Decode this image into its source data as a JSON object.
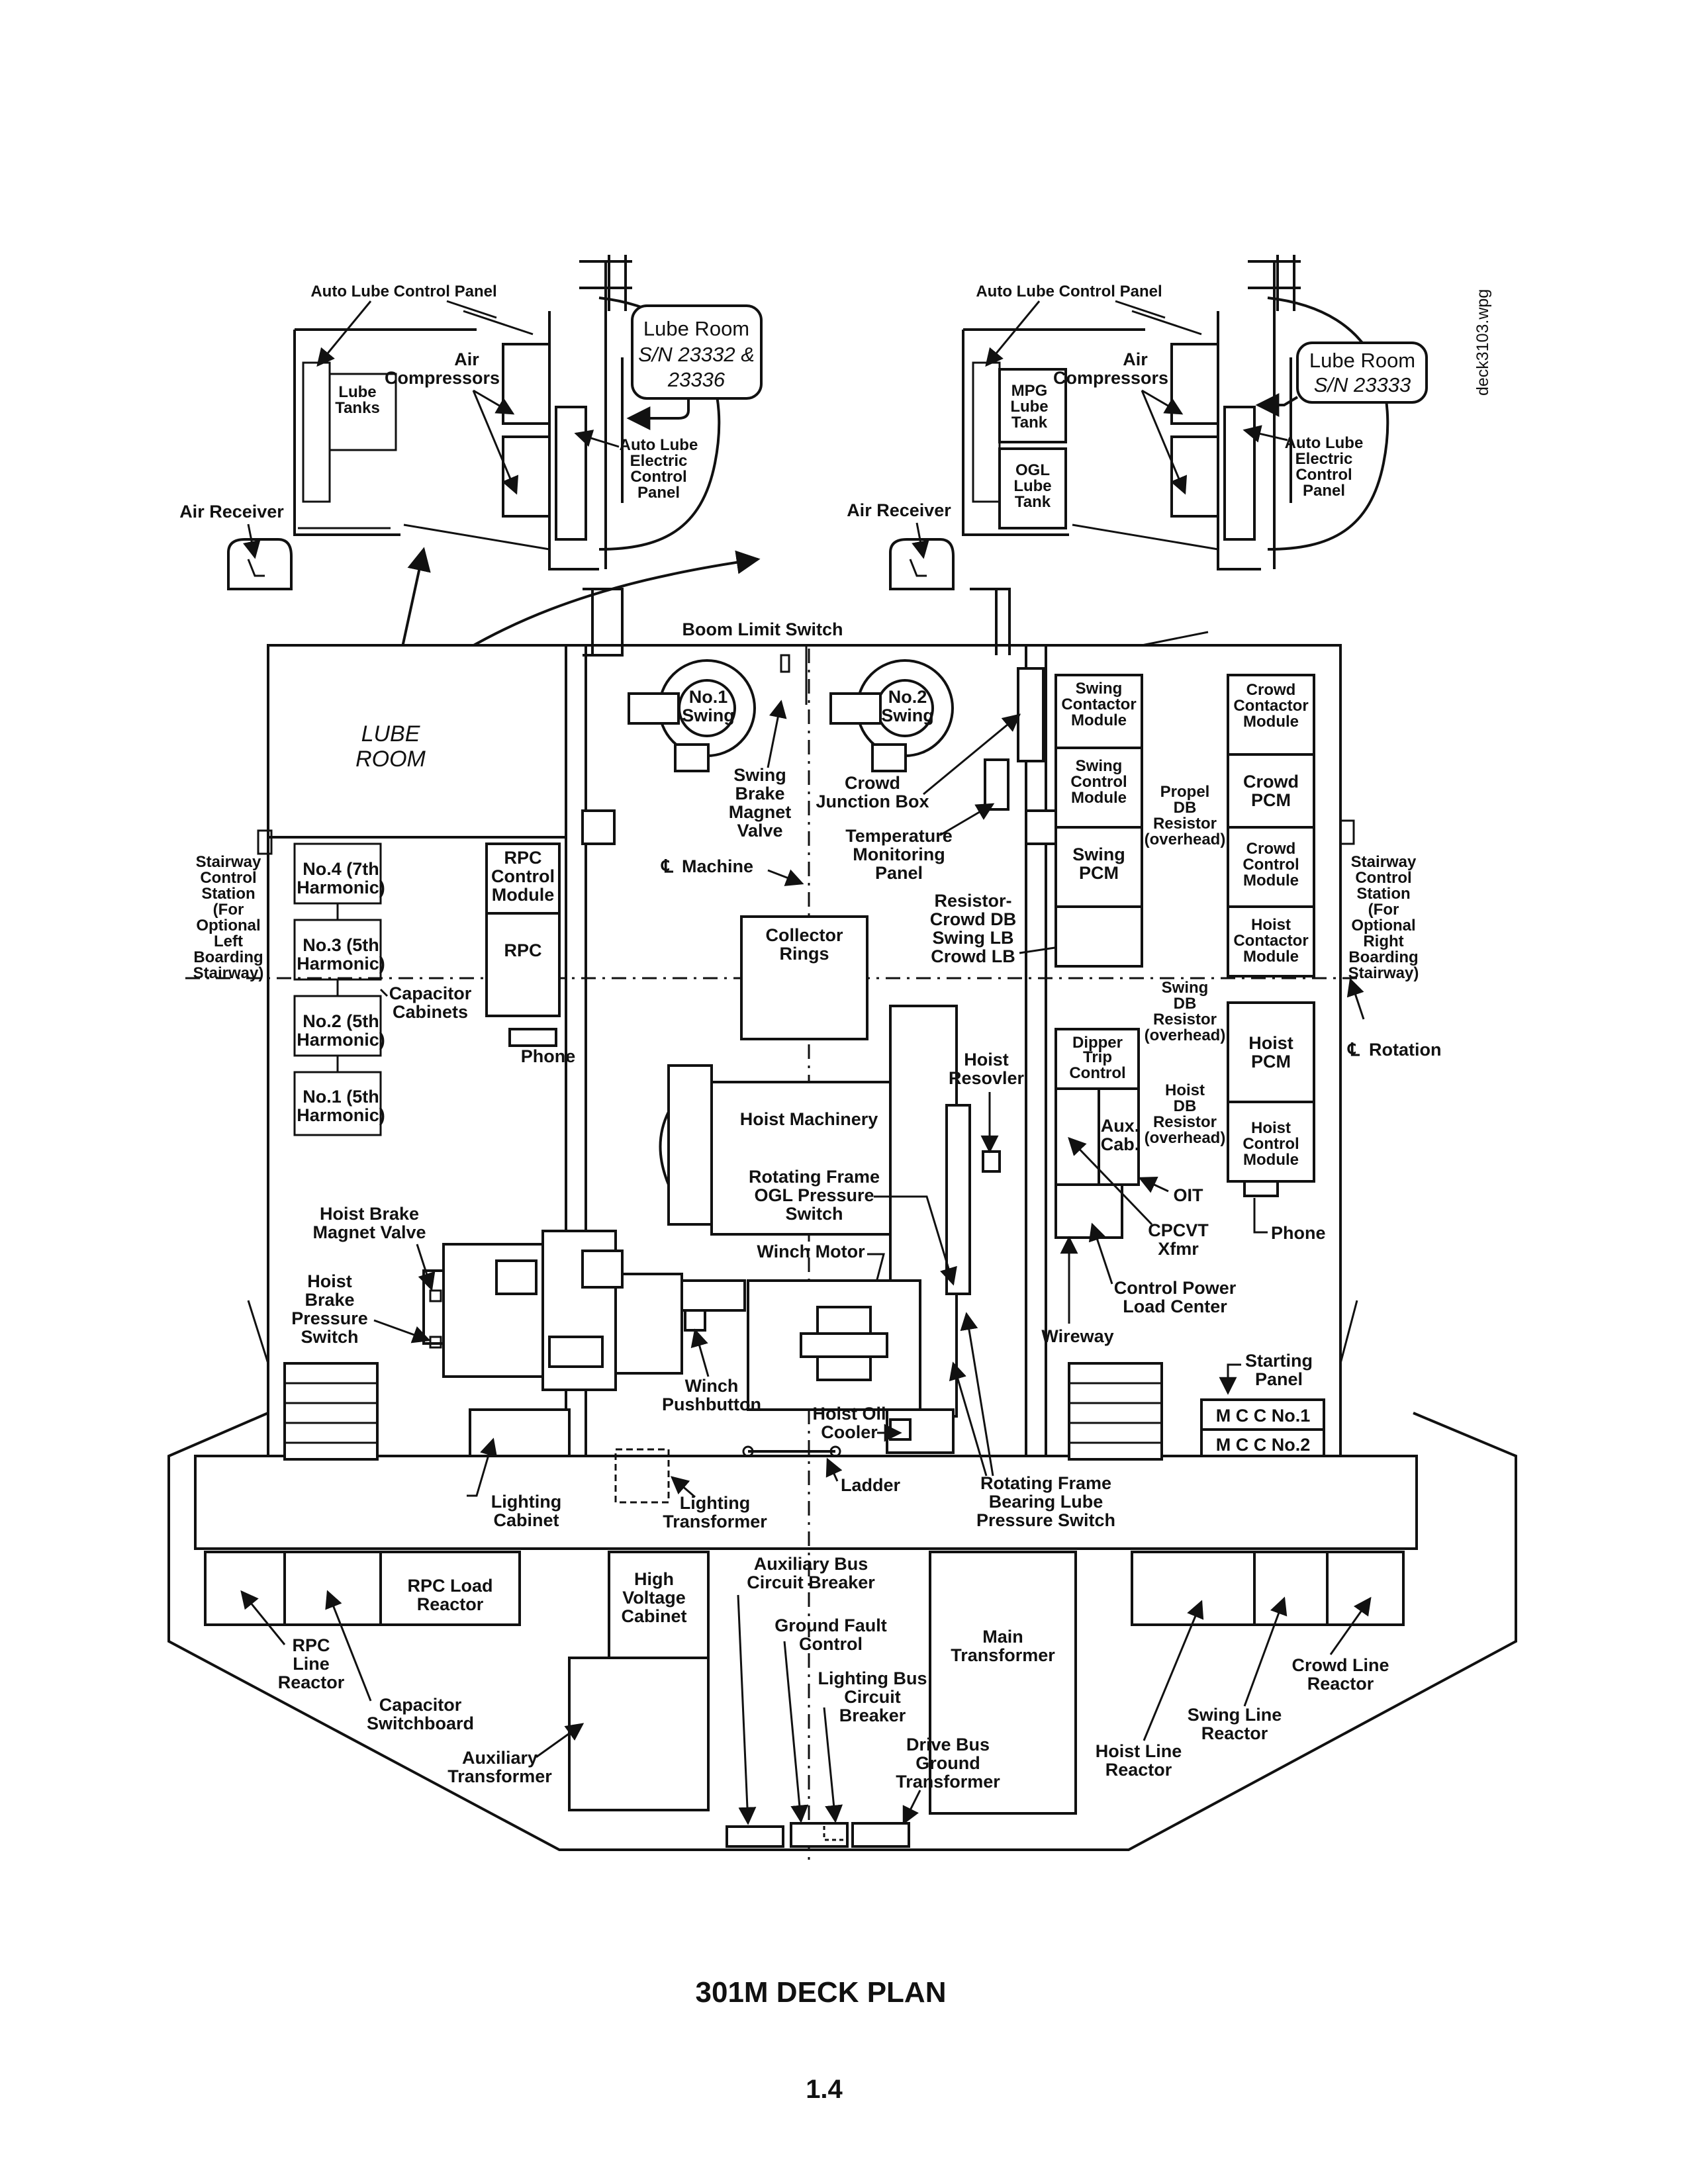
{
  "title": "301M  DECK PLAN",
  "page_number": "1.4",
  "file_ref": "deck3103.wpg",
  "lube_room_left": {
    "bubble": [
      "Lube Room",
      "S/N 23332 &",
      "23336"
    ],
    "labels": {
      "auto_lube_control_panel": "Auto Lube Control Panel",
      "air_compressors": [
        "Air",
        "Compressors"
      ],
      "lube_tanks": [
        "Lube",
        "Tanks"
      ],
      "auto_lube_electric": [
        "Auto Lube",
        "Electric",
        "Control",
        "Panel"
      ],
      "air_receiver": "Air Receiver"
    }
  },
  "lube_room_right": {
    "bubble": [
      "Lube Room",
      "S/N 23333"
    ],
    "labels": {
      "auto_lube_control_panel": "Auto Lube Control Panel",
      "air_compressors": [
        "Air",
        "Compressors"
      ],
      "mpg_tank": [
        "MPG",
        "Lube",
        "Tank"
      ],
      "ogl_tank": [
        "OGL",
        "Lube",
        "Tank"
      ],
      "auto_lube_electric": [
        "Auto Lube",
        "Electric",
        "Control",
        "Panel"
      ],
      "air_receiver": "Air Receiver"
    }
  },
  "deck": {
    "lube_room": [
      "LUBE",
      "ROOM"
    ],
    "boom_limit_switch": "Boom Limit Switch",
    "no1_swing": [
      "No.1",
      "Swing"
    ],
    "no2_swing": [
      "No.2",
      "Swing"
    ],
    "swing_brake_valve": [
      "Swing",
      "Brake",
      "Magnet",
      "Valve"
    ],
    "crowd_junction_box": [
      "Crowd",
      "Junction Box"
    ],
    "temp_panel": [
      "Temperature",
      "Monitoring",
      "Panel"
    ],
    "cl_machine": "Machine",
    "cl_rotation": "Rotation",
    "cl_symbol": "℄",
    "collector_rings": [
      "Collector",
      "Rings"
    ],
    "resistor": [
      "Resistor-",
      "Crowd DB",
      "Swing LB",
      "Crowd LB"
    ],
    "rpc_control_module": [
      "RPC",
      "Control",
      "Module"
    ],
    "rpc": "RPC",
    "phone_left": "Phone",
    "phone_right": "Phone",
    "capacitor_cabinets": [
      "Capacitor",
      "Cabinets"
    ],
    "harmonics": [
      [
        "No.4 (7th",
        "Harmonic)"
      ],
      [
        "No.3 (5th",
        "Harmonic)"
      ],
      [
        "No.2 (5th",
        "Harmonic)"
      ],
      [
        "No.1 (5th",
        "Harmonic)"
      ]
    ],
    "stairway_left": [
      "Stairway",
      "Control",
      "Station",
      "(For",
      "Optional",
      "Left",
      "Boarding",
      "Stairway)"
    ],
    "stairway_right": [
      "Stairway",
      "Control",
      "Station",
      "(For",
      "Optional",
      "Right",
      "Boarding",
      "Stairway)"
    ],
    "swing_modules": [
      [
        "Swing",
        "Contactor",
        "Module"
      ],
      [
        "Swing",
        "Control",
        "Module"
      ],
      [
        "Swing",
        "PCM"
      ]
    ],
    "crowd_hoist_modules": [
      [
        "Crowd",
        "Contactor",
        "Module"
      ],
      [
        "Crowd",
        "PCM"
      ],
      [
        "Crowd",
        "Control",
        "Module"
      ],
      [
        "Hoist",
        "Contactor",
        "Module"
      ],
      [
        "Hoist",
        "PCM"
      ],
      [
        "Hoist",
        "Control",
        "Module"
      ]
    ],
    "propel_db": [
      "Propel",
      "DB",
      "Resistor",
      "(overhead)"
    ],
    "swing_db": [
      "Swing",
      "DB",
      "Resistor",
      "(overhead)"
    ],
    "hoist_db": [
      "Hoist",
      "DB",
      "Resistor",
      "(overhead)"
    ],
    "dipper_trip": [
      "Dipper",
      "Trip",
      "Control"
    ],
    "aux_cab": [
      "Aux.",
      "Cab."
    ],
    "oit": "OIT",
    "cpcvt": [
      "CPCVT",
      "Xfmr"
    ],
    "control_power": [
      "Control Power",
      "Load Center"
    ],
    "wireway": "Wireway",
    "hoist_resolver": [
      "Hoist",
      "Resovler"
    ],
    "hoist_machinery": "Hoist Machinery",
    "ogl_switch": [
      "Rotating Frame",
      "OGL Pressure",
      "Switch"
    ],
    "winch_motor": "Winch Motor",
    "hoist_brake_valve": [
      "Hoist Brake",
      "Magnet Valve"
    ],
    "hoist_brake_switch": [
      "Hoist",
      "Brake",
      "Pressure",
      "Switch"
    ],
    "winch_pushbutton": [
      "Winch",
      "Pushbutton"
    ],
    "hoist_oil_cooler": [
      "Hoist Oil",
      "Cooler"
    ],
    "ladder": "Ladder",
    "bearing_lube_switch": [
      "Rotating Frame",
      "Bearing Lube",
      "Pressure Switch"
    ],
    "starting_panel": [
      "Starting",
      "Panel"
    ],
    "mcc1": "M C C No.1",
    "mcc2": "M C C No.2",
    "lighting_cabinet": [
      "Lighting",
      "Cabinet"
    ],
    "lighting_transformer": [
      "Lighting",
      "Transformer"
    ]
  },
  "lower": {
    "rpc_load_reactor": [
      "RPC Load",
      "Reactor"
    ],
    "high_voltage": [
      "High",
      "Voltage",
      "Cabinet"
    ],
    "aux_bus_breaker": [
      "Auxiliary Bus",
      "Circuit Breaker"
    ],
    "ground_fault": [
      "Ground Fault",
      "Control"
    ],
    "lighting_bus_breaker": [
      "Lighting Bus",
      "Circuit",
      "Breaker"
    ],
    "drive_bus_xfmr": [
      "Drive Bus",
      "Ground",
      "Transformer"
    ],
    "main_transformer": [
      "Main",
      "Transformer"
    ],
    "rpc_line_reactor": [
      "RPC",
      "Line",
      "Reactor"
    ],
    "cap_switchboard": [
      "Capacitor",
      "Switchboard"
    ],
    "aux_transformer": [
      "Auxiliary",
      "Transformer"
    ],
    "hoist_line_reactor": [
      "Hoist Line",
      "Reactor"
    ],
    "swing_line_reactor": [
      "Swing Line",
      "Reactor"
    ],
    "crowd_line_reactor": [
      "Crowd Line",
      "Reactor"
    ]
  }
}
